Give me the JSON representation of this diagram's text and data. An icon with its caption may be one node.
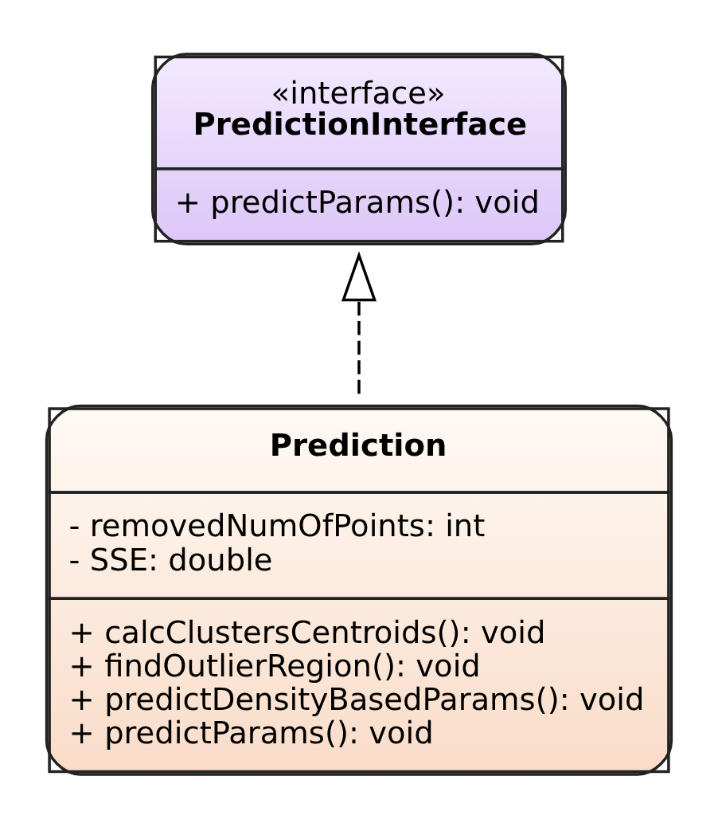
{
  "diagram": {
    "nodes": [
      {
        "text": [
          "«interface»",
          "PredictionInterface",
          "+ predictParams(): void"
        ]
      },
      {
        "text": [
          "Prediction",
          "- removedNumOfPoints: int",
          "- SSE: double",
          "+ calcClustersCentroids(): void",
          "+ findOutlierRegion(): void",
          "+ predictDensityBasedParams(): void",
          "+ predictParams(): void"
        ]
      }
    ],
    "edges": [
      {
        "from": 1,
        "to": 0,
        "arrow": "to",
        "style": "dashed"
      }
    ]
  }
}
